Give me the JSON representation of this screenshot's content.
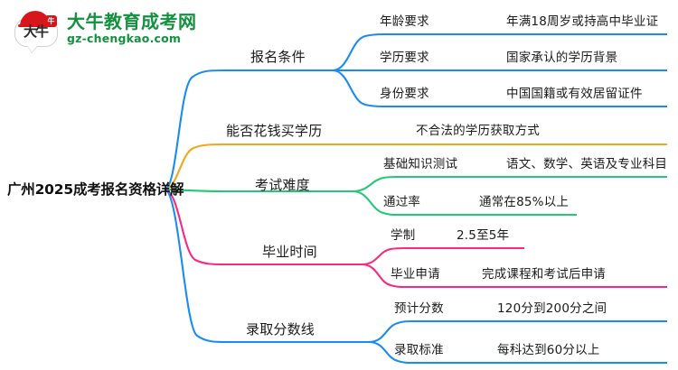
{
  "logo": {
    "mark_text": "大牛",
    "badge_text": "牛",
    "title": "大牛教育成考网",
    "url": "gz-chengkao.com",
    "brand_color": "#13913f",
    "accent_color": "#d6161b"
  },
  "mindmap": {
    "root": {
      "label": "广州2025成考报名资格详解"
    },
    "colors": {
      "blue": "#1a8cf0",
      "orange": "#f0a81e",
      "green": "#22c873",
      "pink": "#fa2882"
    },
    "branches": [
      {
        "label": "报名条件",
        "color": "#1a8cf0",
        "children": [
          {
            "label": "年龄要求",
            "value": "年满18周岁或持高中毕业证"
          },
          {
            "label": "学历要求",
            "value": "国家承认的学历背景"
          },
          {
            "label": "身份要求",
            "value": "中国国籍或有效居留证件"
          }
        ]
      },
      {
        "label": "能否花钱买学历",
        "color": "#f0a81e",
        "children": [
          {
            "label": "不合法的学历获取方式",
            "value": ""
          }
        ]
      },
      {
        "label": "考试难度",
        "color": "#22c873",
        "children": [
          {
            "label": "基础知识测试",
            "value": "语文、数学、英语及专业科目"
          },
          {
            "label": "通过率",
            "value": "通常在85%以上"
          }
        ]
      },
      {
        "label": "毕业时间",
        "color": "#fa2882",
        "children": [
          {
            "label": "学制",
            "value": "2.5至5年"
          },
          {
            "label": "毕业申请",
            "value": "完成课程和考试后申请"
          }
        ]
      },
      {
        "label": "录取分数线",
        "color": "#1a8cf0",
        "children": [
          {
            "label": "预计分数",
            "value": "120分到200分之间"
          },
          {
            "label": "录取标准",
            "value": "每科达到60分以上"
          }
        ]
      }
    ]
  }
}
